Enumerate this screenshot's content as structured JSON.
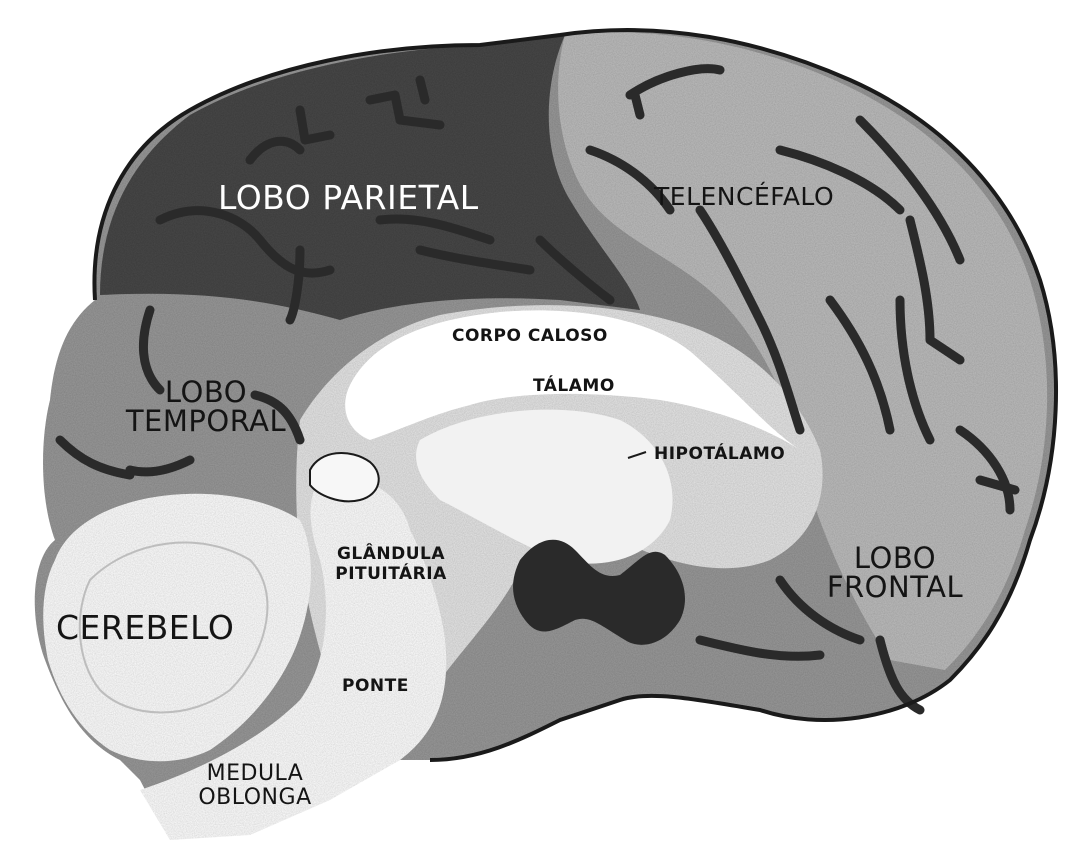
{
  "diagram": {
    "colors": {
      "parietal": "#4a4a4a",
      "cortex": "#9a9a9a",
      "cortex_light": "#bdbdbd",
      "inner": "#e6e6e6",
      "callosum": "#ffffff",
      "sulcus": "#2a2a2a",
      "outline": "#1a1a1a"
    },
    "labels": {
      "lobo_parietal": "LOBO PARIETAL",
      "telencefalo": "TELENCÉFALO",
      "corpo_caloso": "CORPO CALOSO",
      "talamo": "TÁLAMO",
      "hipotalamo": "HIPOTÁLAMO",
      "lobo_temporal_1": "LOBO",
      "lobo_temporal_2": "TEMPORAL",
      "glandula_1": "GLÂNDULA",
      "glandula_2": "PITUITÁRIA",
      "lobo_frontal_1": "LOBO",
      "lobo_frontal_2": "FRONTAL",
      "cerebelo": "CEREBELO",
      "ponte": "PONTE",
      "medula_1": "MEDULA",
      "medula_2": "OBLONGA"
    }
  }
}
